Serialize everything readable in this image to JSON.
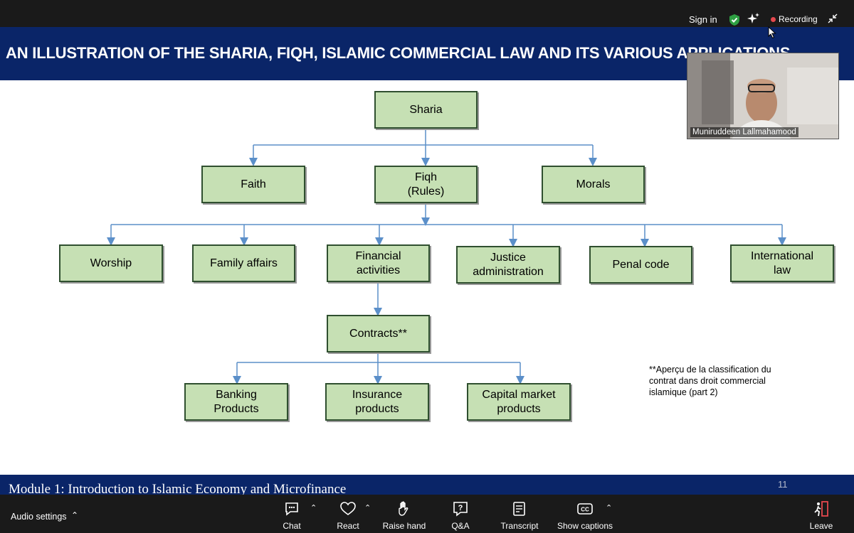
{
  "topbar": {
    "sign_in": "Sign in",
    "recording_label": "Recording",
    "icons": [
      "shield-check-icon",
      "sparkle-icon",
      "recording-dot-icon",
      "minimize-icon"
    ],
    "colors": {
      "shield": "#2ea043",
      "record_dot": "#e5484d"
    }
  },
  "slide": {
    "title": "AN ILLUSTRATION OF THE SHARIA, FIQH, ISLAMIC COMMERCIAL LAW AND ITS VARIOUS APPLICATIONS",
    "footer": "Module 1: Introduction to Islamic Economy and Microfinance",
    "page_number": "11",
    "colors": {
      "header_bg": "#0a2568",
      "box_fill": "#c6e0b4",
      "box_border": "#2f4f2f",
      "arrow": "#5b8fc9"
    },
    "nodes": {
      "sharia": "Sharia",
      "faith": "Faith",
      "fiqh": "Fiqh\n(Rules)",
      "morals": "Morals",
      "worship": "Worship",
      "family": "Family affairs",
      "financial": "Financial\nactivities",
      "justice": "Justice\nadministration",
      "penal": "Penal code",
      "international": "International\nlaw",
      "contracts": "Contracts**",
      "banking": "Banking\nProducts",
      "insurance": "Insurance\nproducts",
      "capital": "Capital market\nproducts"
    },
    "note": "**Aperçu de la classification du contrat dans droit commercial islamique (part 2)"
  },
  "video": {
    "participant_name": "Muniruddeen Lallmahamood"
  },
  "bottombar": {
    "audio_settings": "Audio settings",
    "tools": {
      "chat": "Chat",
      "react": "React",
      "raise_hand": "Raise hand",
      "qa": "Q&A",
      "transcript": "Transcript",
      "captions": "Show captions",
      "leave": "Leave"
    },
    "colors": {
      "leave": "#e5484d"
    }
  }
}
